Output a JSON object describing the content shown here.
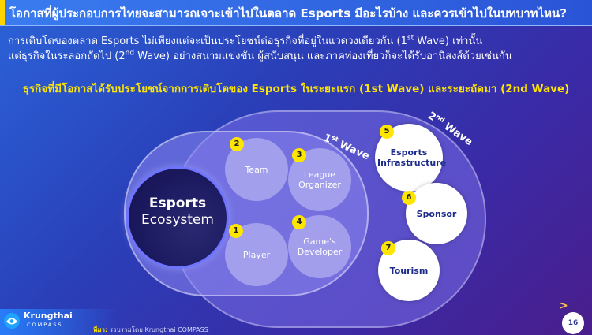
{
  "title": "โอกาสที่ผู้ประกอบการไทยจะสามารถเจาะเข้าไปในตลาด Esports มีอะไรบ้าง และควรเข้าไปในบทบาทไหน?",
  "intro": {
    "line1_a": "การเติบโตของตลาด Esports ไม่เพียงแต่จะเป็นประโยชน์ต่อธุรกิจที่อยู่ในแวดวงเดียวกัน (1",
    "line1_sup": "st",
    "line1_b": " Wave) เท่านั้น",
    "line2_a": "แต่ธุรกิจในระลอกถัดไป (2",
    "line2_sup": "nd",
    "line2_b": " Wave) อย่างสนามแข่งขัน ผู้สนับสนุน และภาคท่องเที่ยวก็จะได้รับอานิสงส์ด้วยเช่นกัน"
  },
  "highlight": "ธุรกิจที่มีโอกาสได้รับประโยชน์จากการเติบโตของ Esports ในระยะแรก (1st Wave) และระยะถัดมา (2nd Wave)",
  "ecosystem": {
    "title": "Esports",
    "subtitle": "Ecosystem"
  },
  "wave1_label": {
    "num": "1",
    "sup": "st",
    "text": "Wave"
  },
  "wave2_label": {
    "num": "2",
    "sup": "nd",
    "text": "Wave"
  },
  "bubbles": [
    {
      "num": "1",
      "label": "Player"
    },
    {
      "num": "2",
      "label": "Team"
    },
    {
      "num": "3",
      "label": "League Organizer"
    },
    {
      "num": "4",
      "label": "Game's Developer"
    },
    {
      "num": "5",
      "label": "Esports Infrastructure"
    },
    {
      "num": "6",
      "label": "Sponsor"
    },
    {
      "num": "7",
      "label": "Tourism"
    }
  ],
  "footer": {
    "brand": "Krungthai",
    "sub": "COMPASS",
    "source_label": "ที่มา:",
    "source_text": " รวบรวมโดย Krungthai COMPASS",
    "page": "16",
    "next_glyph": ">"
  },
  "colors": {
    "accent": "#ffe600",
    "title_bar": "#3a7cf0",
    "bubble_text": "#1b2a8a"
  },
  "icons": [
    "krungthai-logo-icon",
    "next-chevron-icon"
  ]
}
